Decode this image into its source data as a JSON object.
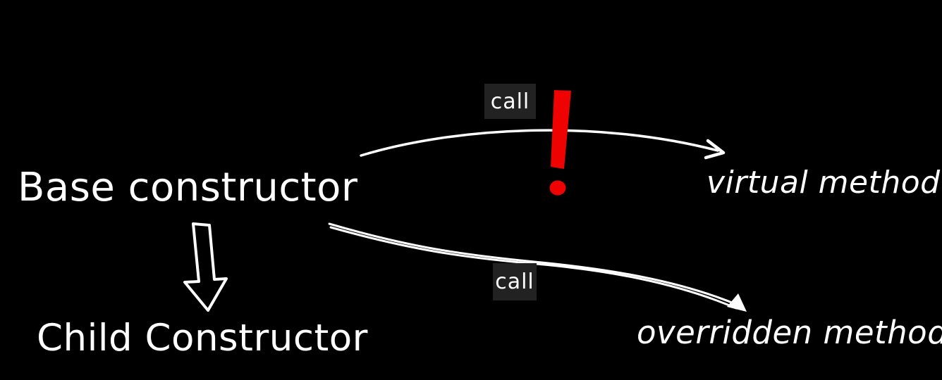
{
  "diagram": {
    "type": "hand-drawn-sketch",
    "nodes": {
      "base_constructor": "Base constructor",
      "child_constructor": "Child Constructor",
      "virtual_method": "virtual method",
      "overridden_method": "overridden method"
    },
    "edges": [
      {
        "from": "Base constructor",
        "to": "virtual method",
        "label": "call",
        "style": "curved-single-line-arrow"
      },
      {
        "from": "Base constructor",
        "to": "overridden method",
        "label": "call",
        "style": "curved-double-line-arrow"
      },
      {
        "from": "Base constructor",
        "to": "Child Constructor",
        "label": "",
        "style": "hollow-outline-down-arrow"
      }
    ],
    "icons": {
      "warning": "exclamation-mark-icon"
    },
    "colors": {
      "background": "#000000",
      "text": "#ffffff",
      "stroke": "#ffffff",
      "warning_red": "#ee0202",
      "label_box_bg": "#222222"
    }
  }
}
